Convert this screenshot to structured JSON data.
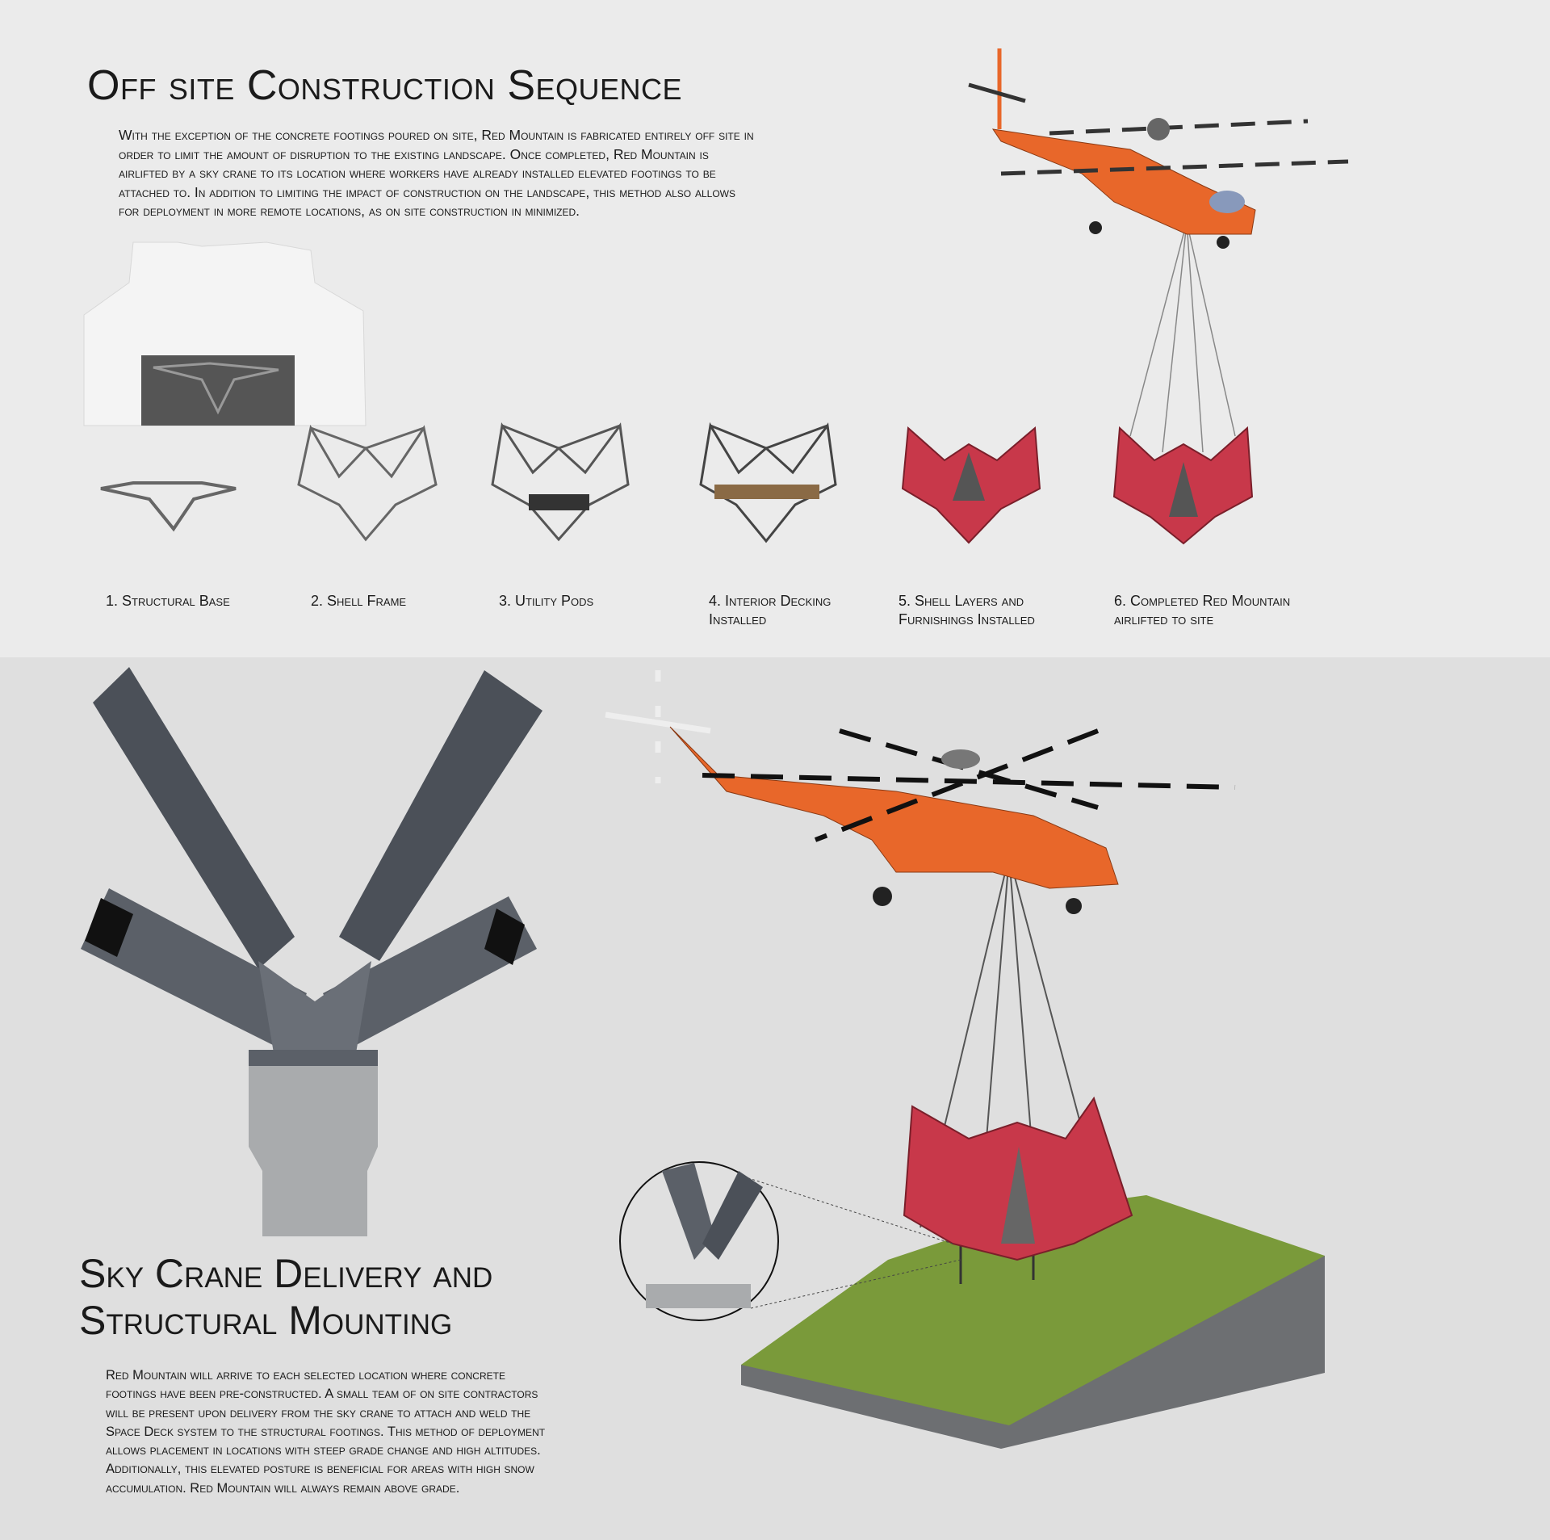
{
  "top": {
    "title": "Off site Construction Sequence",
    "paragraph": "With the exception of the concrete footings poured on site, Red Mountain is fabricated entirely off site in order to limit the amount of disruption to the existing landscape.  Once completed, Red Mountain is airlifted by a sky crane to its location where workers have already installed elevated footings to be attached to.  In addition to limiting the impact of construction on the landscape, this method also allows for deployment in more remote locations, as on site construction in minimized.",
    "steps": [
      {
        "label": "1. Structural Base"
      },
      {
        "label": "2. Shell Frame"
      },
      {
        "label": "3. Utility Pods"
      },
      {
        "label": "4. Interior Decking Installed"
      },
      {
        "label": "5. Shell Layers  and Furnishings Installed"
      },
      {
        "label": "6. Completed Red Mountain airlifted to site"
      }
    ]
  },
  "bottom": {
    "title_line1": "Sky Crane Delivery and",
    "title_line2": "Structural Mounting",
    "paragraph": "Red Mountain will arrive to each selected location where concrete footings have been pre-constructed.  A small team of on site contractors will be present upon delivery from the sky crane to attach and weld the Space Deck system to the structural footings.  This method of deployment allows placement in locations with steep grade change and high altitudes.  Additionally, this elevated posture is beneficial for areas with high snow accumulation.  Red Mountain will always remain above grade."
  },
  "colors": {
    "helicopter": "#e8672a",
    "shell": "#c8384a",
    "steel": "#5b6068",
    "grass": "#7a9a3a"
  }
}
